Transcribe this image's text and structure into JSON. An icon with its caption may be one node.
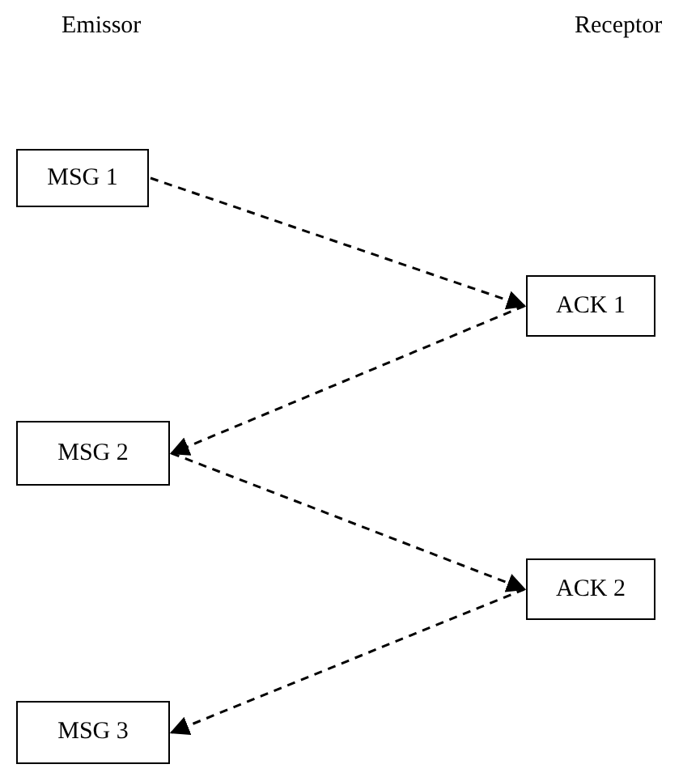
{
  "diagram": {
    "nodes": [
      {
        "text": [
          "MSG 1"
        ]
      },
      {
        "text": [
          "ACK 1"
        ]
      },
      {
        "text": [
          "MSG 2"
        ]
      },
      {
        "text": [
          "ACK 2"
        ]
      },
      {
        "text": [
          "MSG 3"
        ]
      }
    ],
    "edges": [
      {
        "from": 0,
        "to": 1,
        "arrow": "to",
        "style": "dashed"
      },
      {
        "from": 1,
        "to": 2,
        "arrow": "to",
        "style": "dashed"
      },
      {
        "from": 2,
        "to": 3,
        "arrow": "to",
        "style": "dashed"
      },
      {
        "from": 3,
        "to": 4,
        "arrow": "to",
        "style": "dashed"
      }
    ],
    "labels": [
      "Emissor",
      "Receptor"
    ]
  }
}
